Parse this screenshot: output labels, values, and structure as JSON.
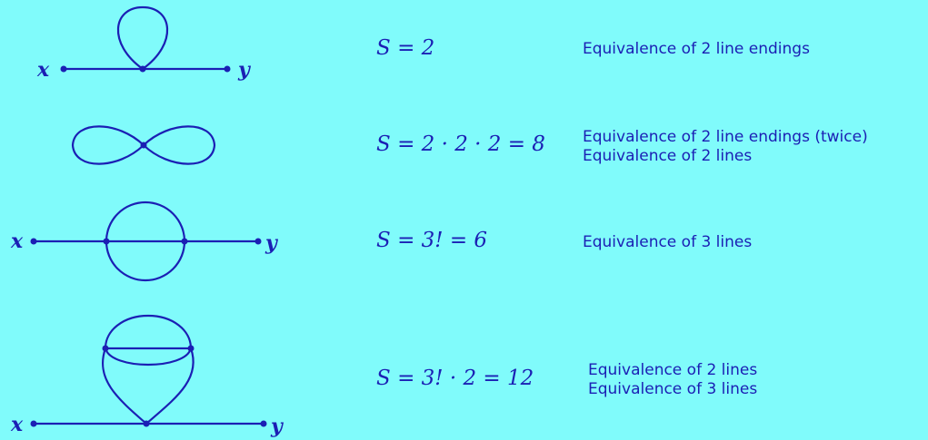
{
  "colors": {
    "background": "#80fbfb",
    "ink": "#1b1fb4"
  },
  "diagrams": [
    {
      "id": "tadpole",
      "endpoint_left": "x",
      "endpoint_right": "y",
      "formula": "S = 2",
      "descriptions": [
        "Equivalence of 2 line endings"
      ]
    },
    {
      "id": "figure-eight",
      "formula": "S = 2 · 2 · 2 = 8",
      "descriptions": [
        "Equivalence of 2 line endings (twice)",
        "Equivalence of 2 lines"
      ]
    },
    {
      "id": "sunset",
      "endpoint_left": "x",
      "endpoint_right": "y",
      "formula": "S = 3! = 6",
      "descriptions": [
        "Equivalence of 3 lines"
      ]
    },
    {
      "id": "nested",
      "endpoint_left": "x",
      "endpoint_right": "y",
      "formula": "S = 3! · 2 = 12",
      "descriptions": [
        "Equivalence of 2 lines",
        "Equivalence of 3 lines"
      ]
    }
  ]
}
